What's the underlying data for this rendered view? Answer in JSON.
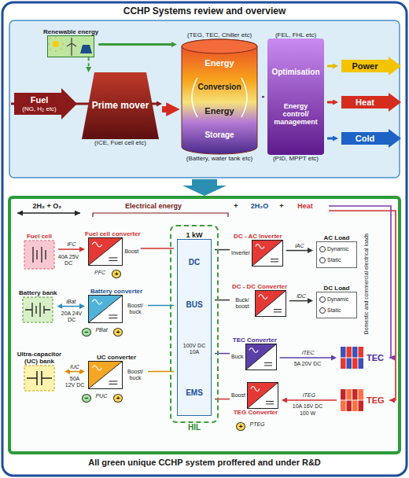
{
  "diagram": {
    "title": "CCHP Systems review and overview",
    "caption": "All green unique CCHP system proffered and under R&D",
    "nodes": [
      {
        "text": [
          "Renewable energy"
        ]
      },
      {
        "text": [
          "Fuel",
          "(NG, H₂ etc)"
        ]
      },
      {
        "text": [
          "Prime mover",
          "(ICE, Fuel cell etc)"
        ]
      },
      {
        "text": [
          "(TEG, TEC, Chiller etc)",
          "Energy",
          "Conversion",
          "Energy",
          "Storage",
          "(Battery, water tank etc)"
        ]
      },
      {
        "text": [
          "(FEL, FHL etc)",
          "Optimisation",
          "Energy control/ management",
          "(PID, MPPT etc)"
        ]
      },
      {
        "text": [
          "Power"
        ]
      },
      {
        "text": [
          "Heat"
        ]
      },
      {
        "text": [
          "Cold"
        ]
      },
      {
        "text": [
          "Fuel cell"
        ]
      },
      {
        "text": [
          "Fuel cell converter",
          "Boost"
        ]
      },
      {
        "text": [
          "Battery bank"
        ]
      },
      {
        "text": [
          "Battery converter",
          "Boost/ buck"
        ]
      },
      {
        "text": [
          "Ultra-capacitor (UC) bank"
        ]
      },
      {
        "text": [
          "UC converter",
          "Boost/ buck"
        ]
      },
      {
        "text": [
          "HIL"
        ]
      },
      {
        "text": [
          "1 kW",
          "DC",
          "BUS",
          "100V DC 10A",
          "EMS"
        ],
        "in": 14
      },
      {
        "text": [
          "DC - AC Inverter",
          "Inverter"
        ]
      },
      {
        "text": [
          "DC - DC Converter",
          "Buck/ boost"
        ]
      },
      {
        "text": [
          "TEC Converter",
          "Buck"
        ]
      },
      {
        "text": [
          "TEG Converter",
          "Boost"
        ]
      },
      {
        "text": [
          "AC Load",
          "Dynamic",
          "Static"
        ]
      },
      {
        "text": [
          "DC Load",
          "Dynamic",
          "Static"
        ]
      },
      {
        "text": [
          "TEC"
        ]
      },
      {
        "text": [
          "TEG"
        ]
      }
    ],
    "edges": [
      {
        "from": 0,
        "to": 2,
        "arrow": "to"
      },
      {
        "from": 0,
        "to": 3,
        "arrow": "to"
      },
      {
        "from": 1,
        "to": 2,
        "arrow": "to"
      },
      {
        "from": 2,
        "to": 3,
        "arrow": "to"
      },
      {
        "from": 3,
        "to": 4,
        "arrow": "none"
      },
      {
        "from": 4,
        "to": 5,
        "arrow": "to"
      },
      {
        "from": 4,
        "to": 6,
        "arrow": "to"
      },
      {
        "from": 4,
        "to": 7,
        "arrow": "to"
      },
      {
        "from": 8,
        "to": 9,
        "label": "iFC",
        "arrow": "to"
      },
      {
        "from": 9,
        "to": 15,
        "arrow": "none"
      },
      {
        "from": 10,
        "to": 11,
        "label": "iBat",
        "arrow": "both"
      },
      {
        "from": 11,
        "to": 15,
        "arrow": "none"
      },
      {
        "from": 12,
        "to": 13,
        "label": "iUC",
        "arrow": "both"
      },
      {
        "from": 13,
        "to": 15,
        "arrow": "none"
      },
      {
        "from": 15,
        "to": 16,
        "arrow": "none"
      },
      {
        "from": 16,
        "to": 20,
        "label": "iAC",
        "arrow": "to"
      },
      {
        "from": 15,
        "to": 17,
        "arrow": "none"
      },
      {
        "from": 17,
        "to": 21,
        "label": "iDC",
        "arrow": "to"
      },
      {
        "from": 15,
        "to": 18,
        "arrow": "none"
      },
      {
        "from": 18,
        "to": 22,
        "label": "iTEC",
        "arrow": "to"
      },
      {
        "from": 15,
        "to": 19,
        "arrow": "none"
      },
      {
        "from": 23,
        "to": 19,
        "label": "iTEG",
        "arrow": "to"
      }
    ],
    "labels": [
      "2H₂ + O₂",
      "Electrical energy",
      "+",
      "2H₂O",
      "+",
      "Heat",
      "40A 25V DC",
      "PFC",
      "+",
      "20A 24V DC",
      "−",
      "PBat",
      "+",
      "50A 12V DC",
      "−",
      "PUC",
      "+",
      "5A 20V DC",
      "10A 16V DC",
      "100 W",
      "PTEG",
      "+",
      "Domestic and commercial electrical loads"
    ]
  }
}
